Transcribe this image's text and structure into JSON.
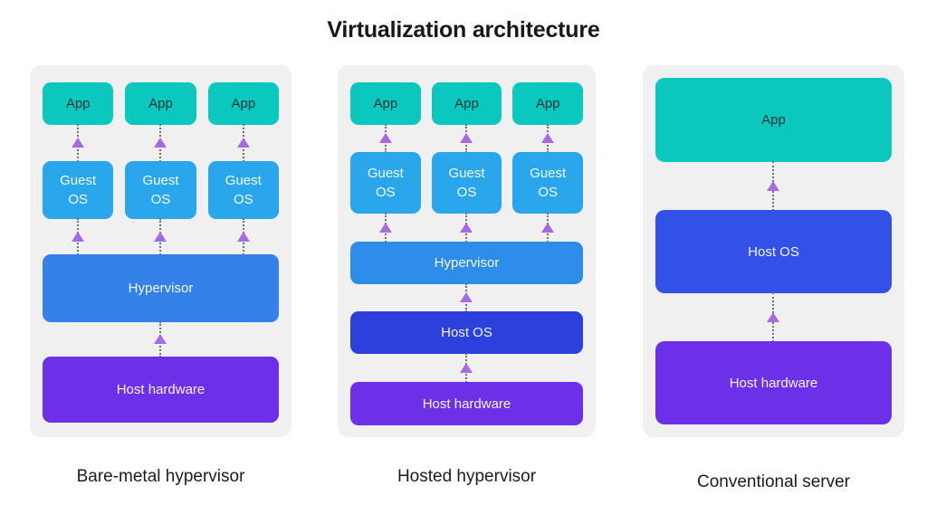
{
  "title": "Virtualization architecture",
  "labels": {
    "app": "App",
    "guest_os": "Guest OS",
    "hypervisor": "Hypervisor",
    "host_os": "Host OS",
    "host_hardware": "Host hardware"
  },
  "panels": [
    {
      "caption": "Bare-metal hypervisor"
    },
    {
      "caption": "Hosted hypervisor"
    },
    {
      "caption": "Conventional server"
    }
  ],
  "colors": {
    "app_box": "#0bc8bf",
    "guest_os_box": "#2aa7ec",
    "hypervisor_box": "#3381e9",
    "hypervisor_hosted_box": "#2e8ceb",
    "host_os_box": "#2c40db",
    "host_os_conventional_box": "#3350e7",
    "host_hardware_box": "#6c30e8",
    "panel_background": "#f0f0f1",
    "arrow_line": "#6e6e6e",
    "arrow_head": "#a76ae0"
  }
}
